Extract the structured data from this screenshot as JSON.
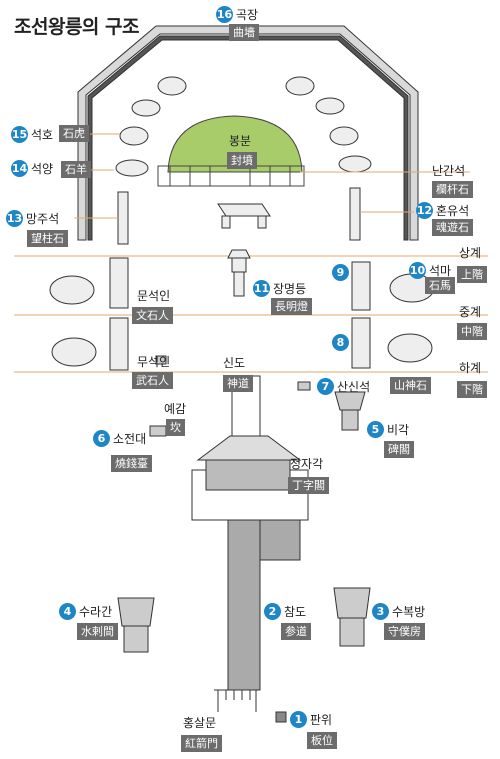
{
  "title": "조선왕릉의 구조",
  "parts": [
    {
      "num": "1",
      "ko": "판위",
      "hanja": "板位"
    },
    {
      "num": "2",
      "ko": "참도",
      "hanja": "参道"
    },
    {
      "num": "3",
      "ko": "수복방",
      "hanja": "守僕房"
    },
    {
      "num": "4",
      "ko": "수라간",
      "hanja": "水剌間"
    },
    {
      "num": "5",
      "ko": "비각",
      "hanja": "碑閣"
    },
    {
      "num": "6",
      "ko": "소전대",
      "hanja": "燒錢臺"
    },
    {
      "num": "7",
      "ko": "산신석",
      "hanja": "山神石"
    },
    {
      "num": "8",
      "ko": "",
      "hanja": ""
    },
    {
      "num": "9",
      "ko": "",
      "hanja": ""
    },
    {
      "num": "10",
      "ko": "석마",
      "hanja": "石馬"
    },
    {
      "num": "11",
      "ko": "장명등",
      "hanja": "長明燈"
    },
    {
      "num": "12",
      "ko": "혼유석",
      "hanja": "魂遊石"
    },
    {
      "num": "13",
      "ko": "망주석",
      "hanja": "望柱石"
    },
    {
      "num": "14",
      "ko": "석양",
      "hanja": "石羊"
    },
    {
      "num": "15",
      "ko": "석호",
      "hanja": "石虎"
    },
    {
      "num": "16",
      "ko": "곡장",
      "hanja": "曲墻"
    }
  ],
  "other_labels": [
    {
      "ko": "봉분",
      "hanja": "封墳"
    },
    {
      "ko": "난간석",
      "hanja": "欄杆石"
    },
    {
      "ko": "문석인",
      "hanja": "文石人"
    },
    {
      "ko": "무석인",
      "hanja": "武石人"
    },
    {
      "ko": "신도",
      "hanja": "神道"
    },
    {
      "ko": "예감",
      "hanja": "坎"
    },
    {
      "ko": "정자각",
      "hanja": "丁字閣"
    },
    {
      "ko": "홍살문",
      "hanja": "紅箭門"
    }
  ],
  "levels": [
    {
      "ko": "상계",
      "hanja": "上階"
    },
    {
      "ko": "중계",
      "hanja": "中階"
    },
    {
      "ko": "하계",
      "hanja": "下階"
    }
  ],
  "colors": {
    "number_badge": "#1e86c6",
    "hanja_box": "#6c6c6c",
    "level_line": "#e0a060",
    "mound": "#a8cc6a"
  }
}
